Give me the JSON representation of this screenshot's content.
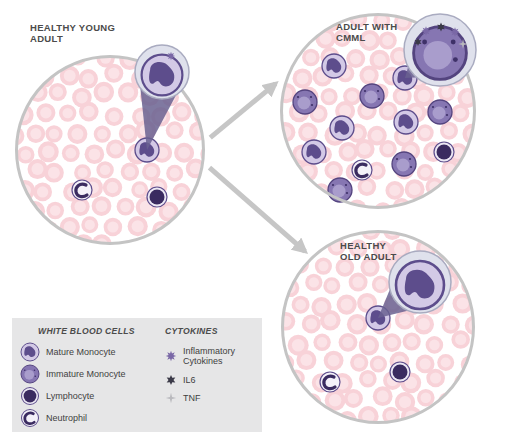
{
  "diagram": {
    "nodes": [
      {
        "text": [
          "HEALTHY YOUNG ADULT"
        ]
      },
      {
        "text": [
          "ADULT WITH CMML"
        ]
      },
      {
        "text": [
          "HEALTHY OLD ADULT"
        ]
      }
    ],
    "edges": [
      {
        "from": 0,
        "to": 1,
        "arrow": "to"
      },
      {
        "from": 0,
        "to": 2,
        "arrow": "to"
      }
    ],
    "labels": [
      "WHITE BLOOD CELLS",
      "CYTOKINES"
    ],
    "legend": [
      {
        "text": "Mature Monocyte"
      },
      {
        "text": "Immature Monocyte"
      },
      {
        "text": "Lymphocyte"
      },
      {
        "text": "Neutrophil"
      },
      {
        "text": "Inflammatory Cytokines"
      },
      {
        "text": "IL6"
      },
      {
        "text": "TNF"
      }
    ]
  }
}
